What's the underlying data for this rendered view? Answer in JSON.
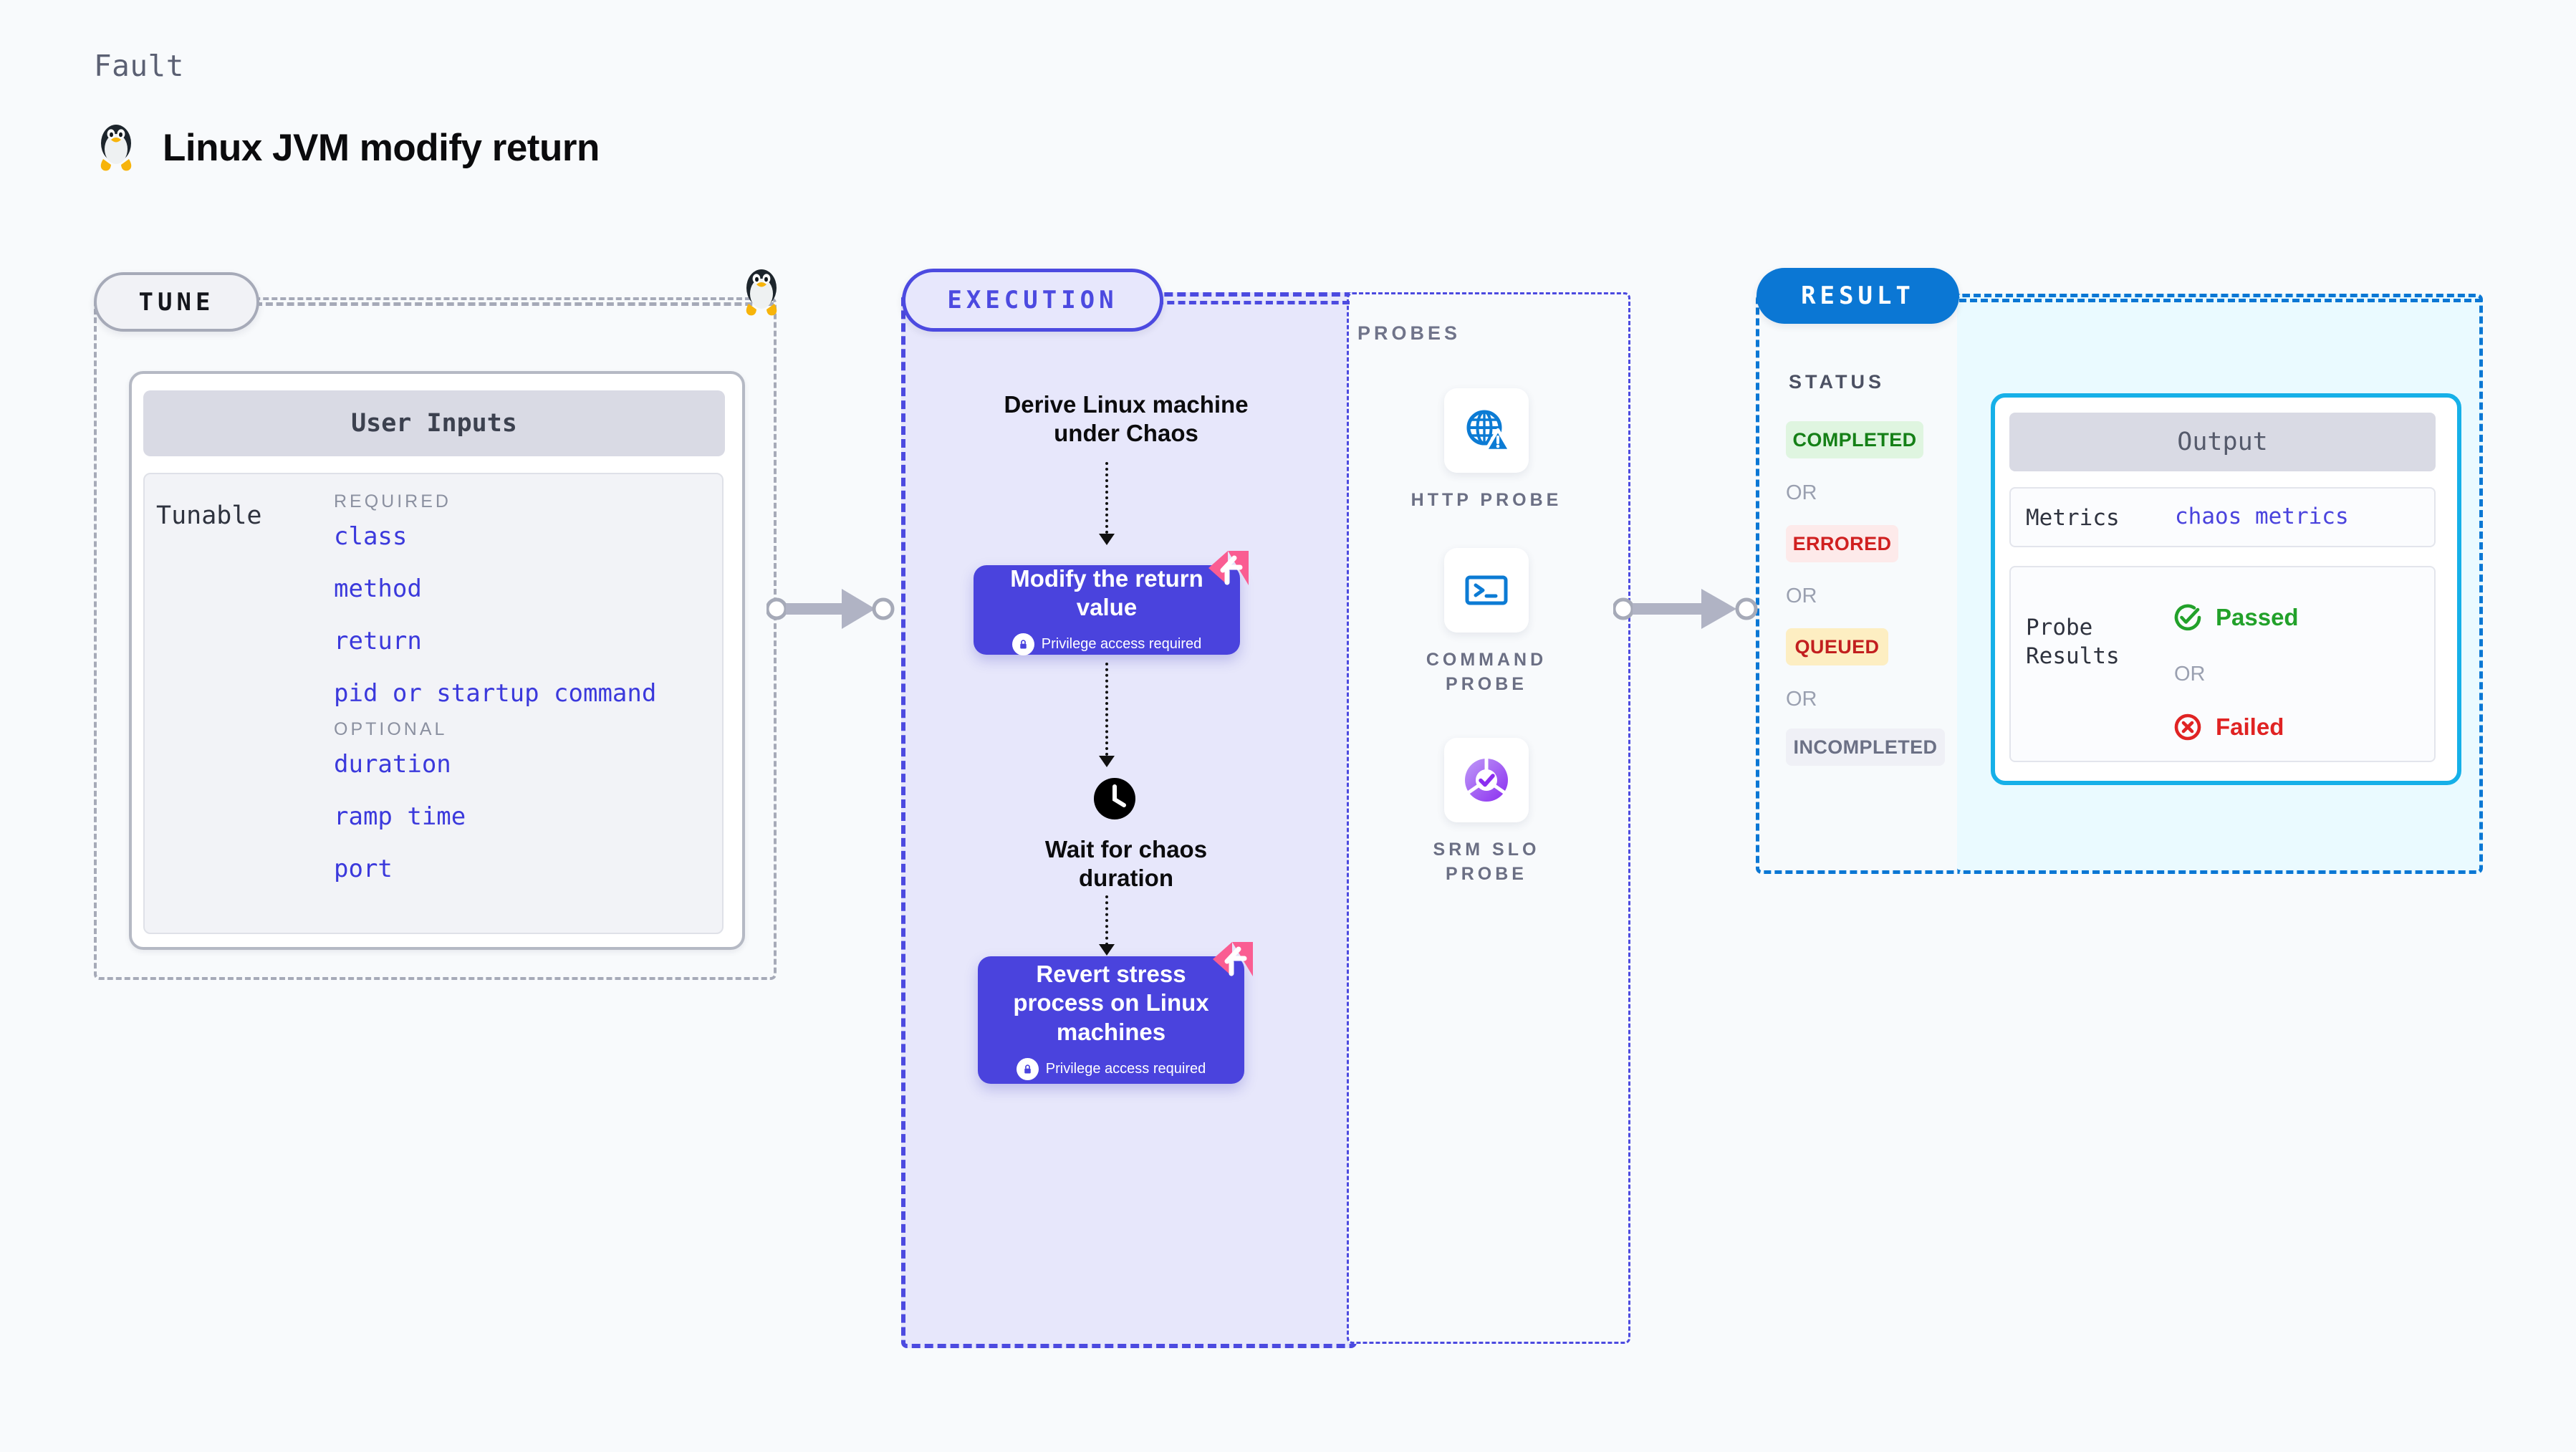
{
  "header": {
    "eyebrow": "Fault",
    "title": "Linux JVM modify return",
    "icon": "linux-tux-icon"
  },
  "tune": {
    "pill_label": "TUNE",
    "card_header": "User Inputs",
    "row_label": "Tunable",
    "required_label": "REQUIRED",
    "optional_label": "OPTIONAL",
    "required_items": [
      "class",
      "method",
      "return",
      "pid or startup command"
    ],
    "optional_items": [
      "duration",
      "ramp time",
      "port"
    ]
  },
  "execution": {
    "pill_label": "EXECUTION",
    "step_derive": "Derive Linux machine under Chaos",
    "card_modify": {
      "title": "Modify the return value",
      "privilege_note": "Privilege access required",
      "badge": "harness-logo-icon"
    },
    "step_wait": "Wait for chaos duration",
    "wait_icon": "clock-icon",
    "card_revert": {
      "title": "Revert stress process on Linux machines",
      "privilege_note": "Privilege access required",
      "badge": "harness-logo-icon"
    }
  },
  "probes": {
    "section_label": "PROBES",
    "items": [
      {
        "name": "HTTP PROBE",
        "icon": "globe-warning-icon"
      },
      {
        "name": "COMMAND PROBE",
        "icon": "terminal-icon"
      },
      {
        "name": "SRM SLO PROBE",
        "icon": "slo-check-icon"
      }
    ]
  },
  "result": {
    "pill_label": "RESULT",
    "status_label": "STATUS",
    "or_label": "OR",
    "statuses": [
      {
        "label": "COMPLETED",
        "bg": "#dff5e0",
        "fg": "#158017"
      },
      {
        "label": "ERRORED",
        "bg": "#fdeaea",
        "fg": "#d02020"
      },
      {
        "label": "QUEUED",
        "bg": "#fdeec2",
        "fg": "#c21f1f"
      },
      {
        "label": "INCOMPLETED",
        "bg": "#eff0f6",
        "fg": "#6b7085"
      }
    ]
  },
  "output": {
    "header": "Output",
    "metrics_key": "Metrics",
    "metrics_value": "chaos metrics",
    "probe_results_key": "Probe Results",
    "passed_label": "Passed",
    "failed_label": "Failed",
    "or_label": "OR",
    "passed_icon": "check-circle-icon",
    "failed_icon": "x-circle-icon"
  },
  "colors": {
    "background": "#f8fafc",
    "indigo": "#4c4ae0",
    "card_purple": "#4a43dd",
    "blue": "#0b77d4",
    "cyan": "#16b0e8",
    "gray_dash": "#a6aab8",
    "pink_badge": "#fa5d92"
  }
}
